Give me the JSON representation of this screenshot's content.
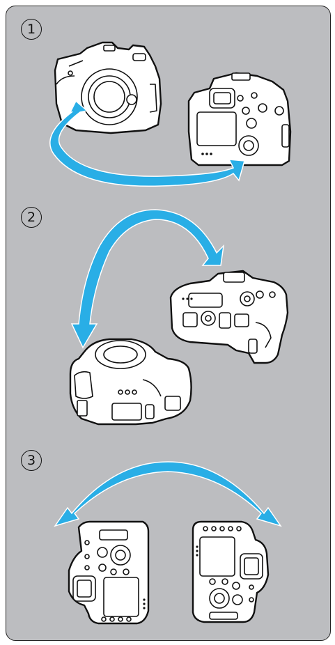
{
  "steps": [
    {
      "number": "1"
    },
    {
      "number": "2"
    },
    {
      "number": "3"
    }
  ],
  "colors": {
    "panel_background": "#bcbdc0",
    "arrow": "#29aee6",
    "outline": "#111111"
  },
  "icons": {
    "step1": [
      "camera-front-view-icon",
      "curved-arrow-icon",
      "camera-back-view-icon"
    ],
    "step2": [
      "curved-arrow-icon",
      "camera-bottom-view-icon",
      "camera-top-view-icon"
    ],
    "step3": [
      "double-headed-curved-arrow-icon",
      "camera-back-rotated-left-icon",
      "camera-back-rotated-right-icon"
    ]
  }
}
